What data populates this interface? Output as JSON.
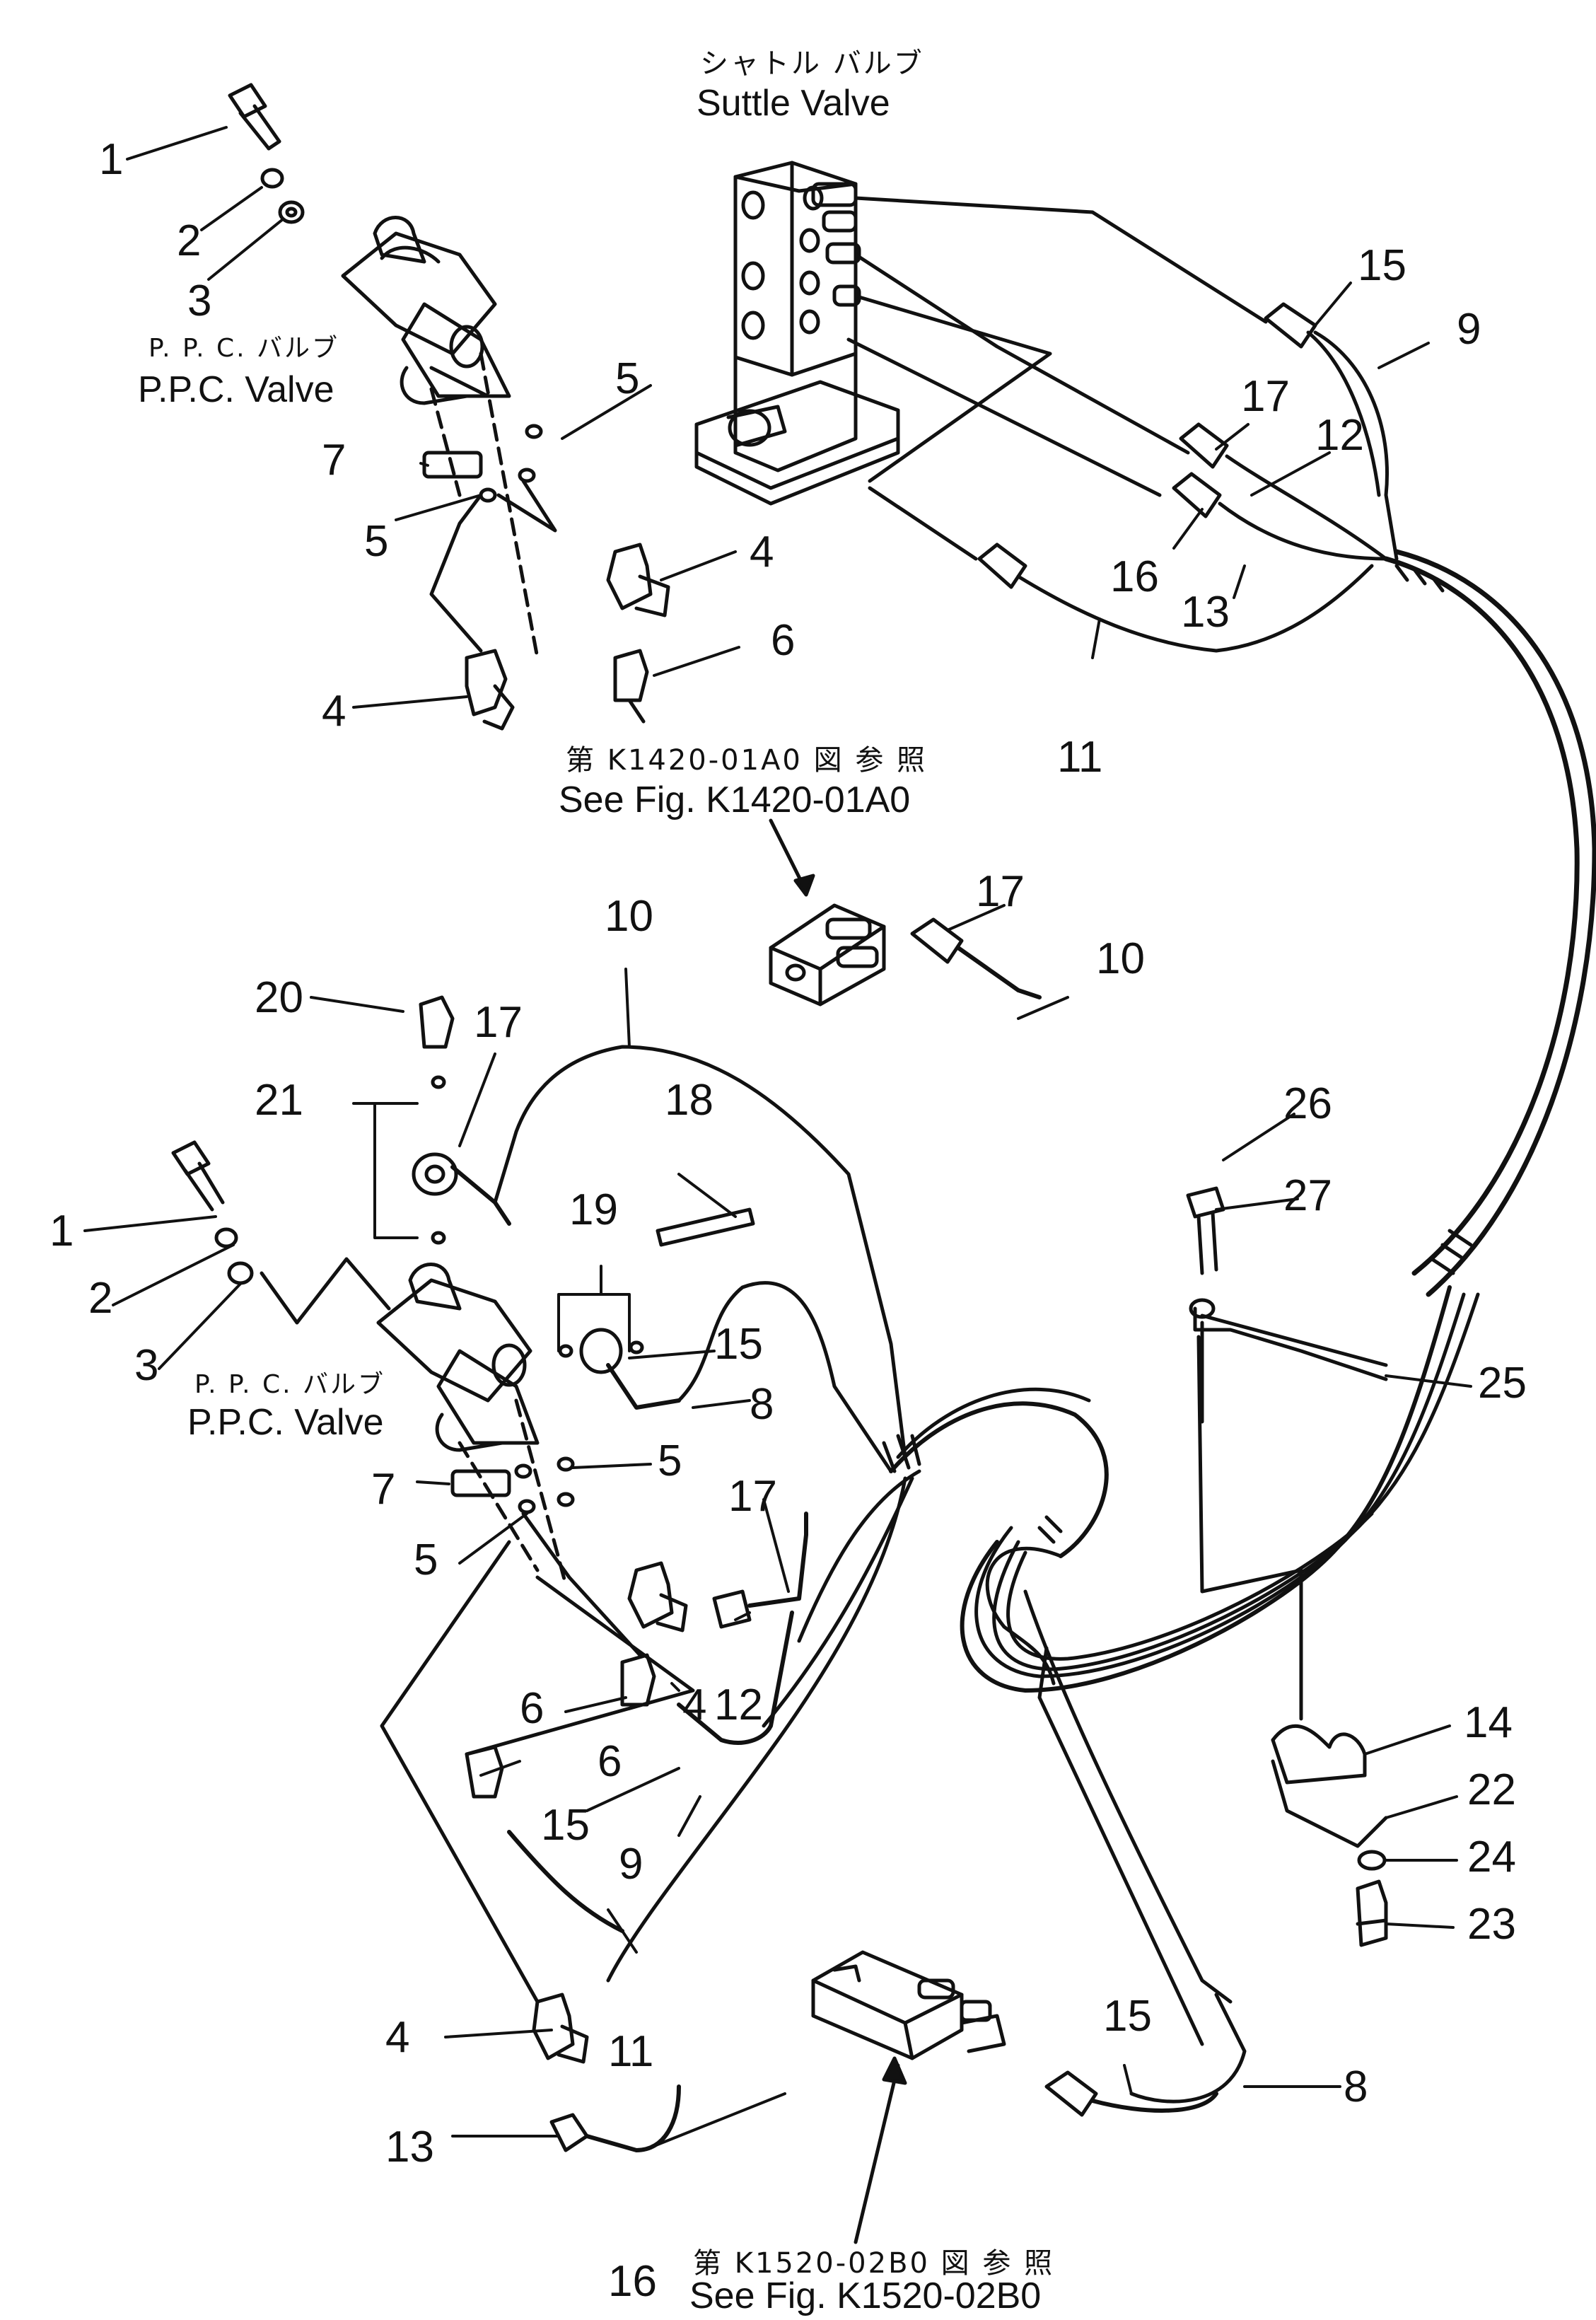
{
  "captions": {
    "shuttle_jp": "シャトル バルブ",
    "shuttle_en": "Suttle Valve",
    "ppc_top_jp": "P. P. C. バルブ",
    "ppc_top_en": "P.P.C. Valve",
    "ppc_bot_jp": "P. P. C. バルブ",
    "ppc_bot_en": "P.P.C. Valve",
    "ref1_jp": "第 K1420-01A0 図 参 照",
    "ref1_en": "See Fig. K1420-01A0",
    "ref2_jp": "第 K1520-02B0 図 参 照",
    "ref2_en": "See Fig. K1520-02B0"
  },
  "callouts": {
    "c1": "1",
    "c2": "2",
    "c3": "3",
    "c4": "4",
    "c5": "5",
    "c6": "6",
    "c7": "7",
    "c8": "8",
    "c9": "9",
    "c10": "10",
    "c11": "11",
    "c12": "12",
    "c13": "13",
    "c14": "14",
    "c15": "15",
    "c16": "16",
    "c17": "17",
    "c18": "18",
    "c19": "19",
    "c20": "20",
    "c21": "21",
    "c22": "22",
    "c23": "23",
    "c24": "24",
    "c25": "25",
    "c26": "26",
    "c27": "27"
  },
  "colors": {
    "ink": "#111111",
    "paper": "#ffffff"
  }
}
